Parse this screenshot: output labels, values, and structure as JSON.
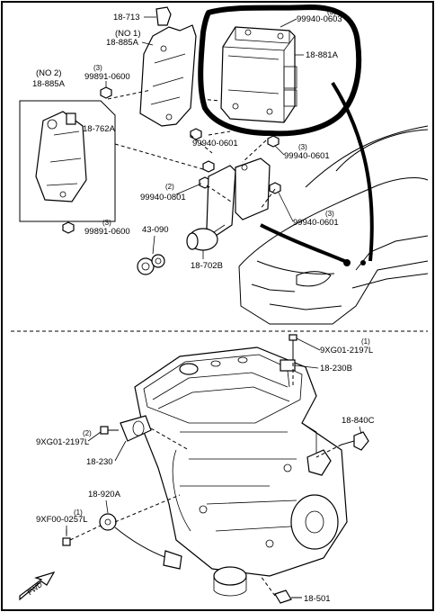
{
  "parts": {
    "p18_713": "18-713",
    "no1": "(NO 1)",
    "p18_885A_top": "18-885A",
    "qty3_a": "(3)",
    "p99940_0603": "99940-0603",
    "p18_881A": "18-881A",
    "no2": "(NO 2)",
    "p18_885A_left": "18-885A",
    "qty3_b": "(3)",
    "p99891_0600_top": "99891-0600",
    "p18_762A": "18-762A",
    "p99940_0601_mid": "99940-0601",
    "qty3_c": "(3)",
    "p99940_0601_right": "99940-0601",
    "qty2": "(2)",
    "p99940_0801": "99940-0801",
    "qty3_d": "(3)",
    "p99940_0601_low": "99940-0601",
    "qty3_e": "(3)",
    "p99891_0600_low": "99891-0600",
    "p43_090": "43-090",
    "p18_702B": "18-702B",
    "qty1_a": "(1)",
    "p9XG01_2197L_top": "9XG01-2197L",
    "p18_230B": "18-230B",
    "p18_840C": "18-840C",
    "qty2_b": "(2)",
    "p9XG01_2197L_left": "9XG01-2197L",
    "p18_230": "18-230",
    "p18_920A": "18-920A",
    "qty1_b": "(1)",
    "p9XF00_0257L": "9XF00-0257L",
    "p18_501": "18-501",
    "fwd": "FWD"
  }
}
